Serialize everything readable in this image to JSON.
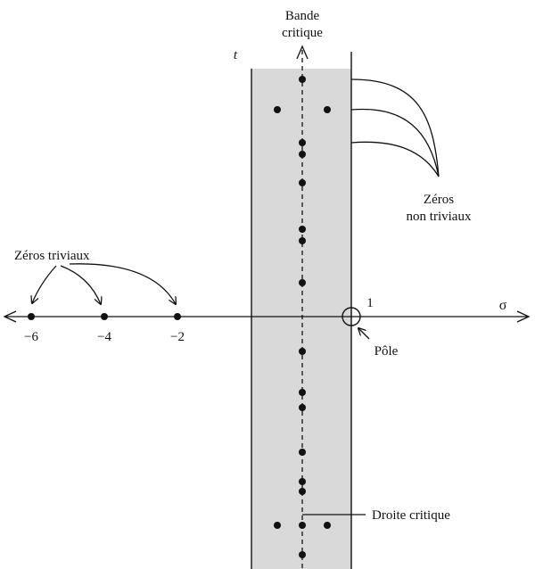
{
  "labels": {
    "strip_line1": "Bande",
    "strip_line2": "critique",
    "t_axis": "t",
    "sigma_axis": "σ",
    "one": "1",
    "pole": "Pôle",
    "nontrivial_line1": "Zéros",
    "nontrivial_line2": "non triviaux",
    "trivial": "Zéros triviaux",
    "critical_line": "Droite critique"
  },
  "ticks": [
    "−6",
    "−4",
    "−2"
  ],
  "colors": {
    "strip_fill": "#d9d9d9",
    "ink": "#111111"
  }
}
